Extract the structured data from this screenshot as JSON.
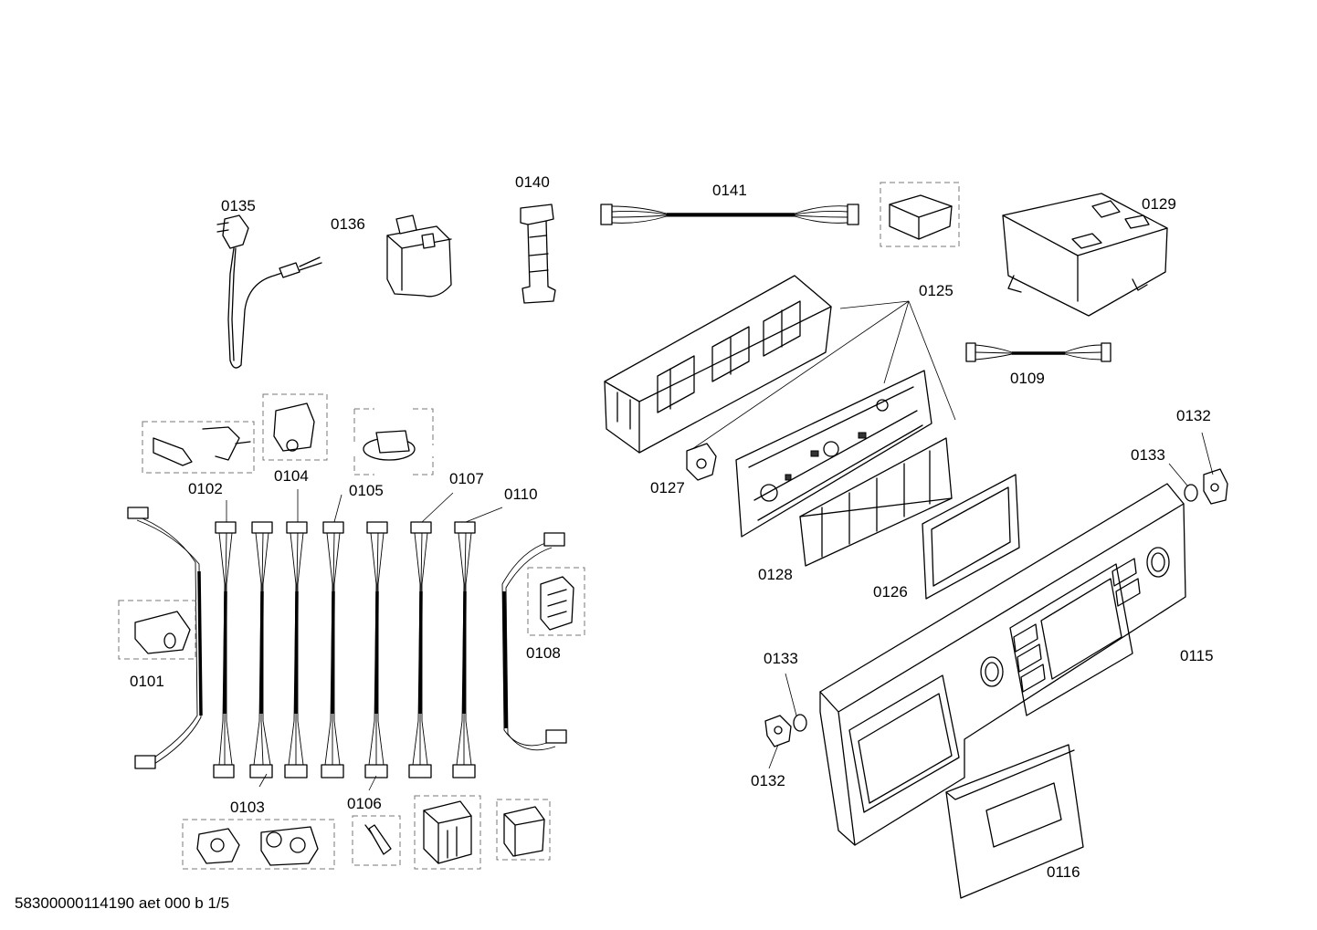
{
  "footer_text": "58300000114190 aet 000 b 1/5",
  "labels": [
    {
      "id": "0135",
      "text": "0135"
    },
    {
      "id": "0136",
      "text": "0136"
    },
    {
      "id": "0140",
      "text": "0140"
    },
    {
      "id": "0141",
      "text": "0141"
    },
    {
      "id": "0129",
      "text": "0129"
    },
    {
      "id": "0125",
      "text": "0125"
    },
    {
      "id": "0109",
      "text": "0109"
    },
    {
      "id": "0132a",
      "text": "0132"
    },
    {
      "id": "0133a",
      "text": "0133"
    },
    {
      "id": "0127",
      "text": "0127"
    },
    {
      "id": "0102",
      "text": "0102"
    },
    {
      "id": "0104",
      "text": "0104"
    },
    {
      "id": "0105",
      "text": "0105"
    },
    {
      "id": "0107",
      "text": "0107"
    },
    {
      "id": "0110",
      "text": "0110"
    },
    {
      "id": "0128",
      "text": "0128"
    },
    {
      "id": "0126",
      "text": "0126"
    },
    {
      "id": "0108",
      "text": "0108"
    },
    {
      "id": "0115",
      "text": "0115"
    },
    {
      "id": "0101",
      "text": "0101"
    },
    {
      "id": "0133b",
      "text": "0133"
    },
    {
      "id": "0132b",
      "text": "0132"
    },
    {
      "id": "0103",
      "text": "0103"
    },
    {
      "id": "0106",
      "text": "0106"
    },
    {
      "id": "0116",
      "text": "0116"
    }
  ]
}
